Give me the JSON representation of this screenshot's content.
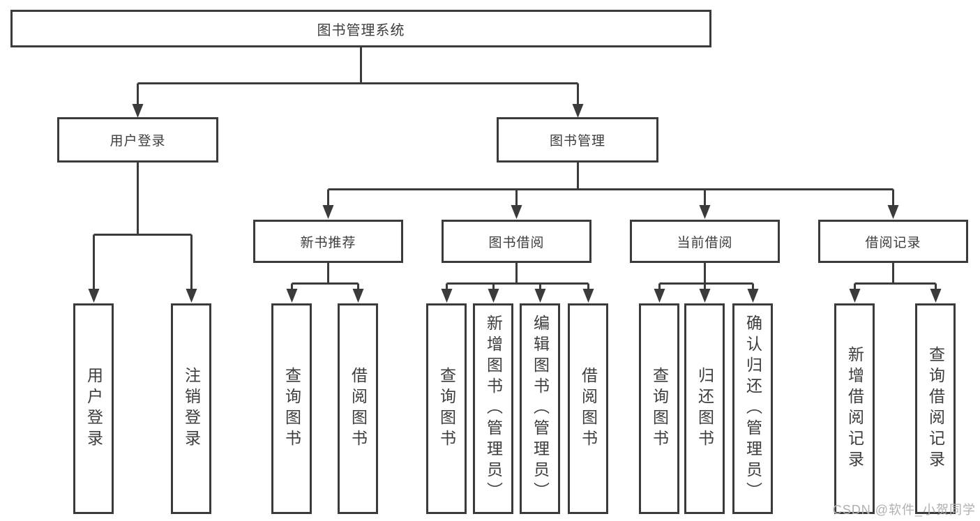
{
  "colors": {
    "ink": "#3b3b3b",
    "text": "#3d3d3d",
    "watermark": "#b0b0b0",
    "box-fill": "#ffffff"
  },
  "diagram": {
    "root": {
      "label": "图书管理系统"
    },
    "branches": [
      {
        "label": "用户登录",
        "children": [
          {
            "label": "用户登录"
          },
          {
            "label": "注销登录"
          }
        ]
      },
      {
        "label": "图书管理",
        "groups": [
          {
            "label": "新书推荐",
            "children": [
              {
                "label": "查询图书"
              },
              {
                "label": "借阅图书"
              }
            ]
          },
          {
            "label": "图书借阅",
            "children": [
              {
                "label": "查询图书"
              },
              {
                "label": "新增图书（管理员）"
              },
              {
                "label": "编辑图书（管理员）"
              },
              {
                "label": "借阅图书"
              }
            ]
          },
          {
            "label": "当前借阅",
            "children": [
              {
                "label": "查询图书"
              },
              {
                "label": "归还图书"
              },
              {
                "label": "确认归还（管理员）"
              }
            ]
          },
          {
            "label": "借阅记录",
            "children": [
              {
                "label": "新增借阅记录"
              },
              {
                "label": "查询借阅记录"
              }
            ]
          }
        ]
      }
    ]
  },
  "watermark": {
    "text": "CSDN @软件_小贺同学"
  }
}
